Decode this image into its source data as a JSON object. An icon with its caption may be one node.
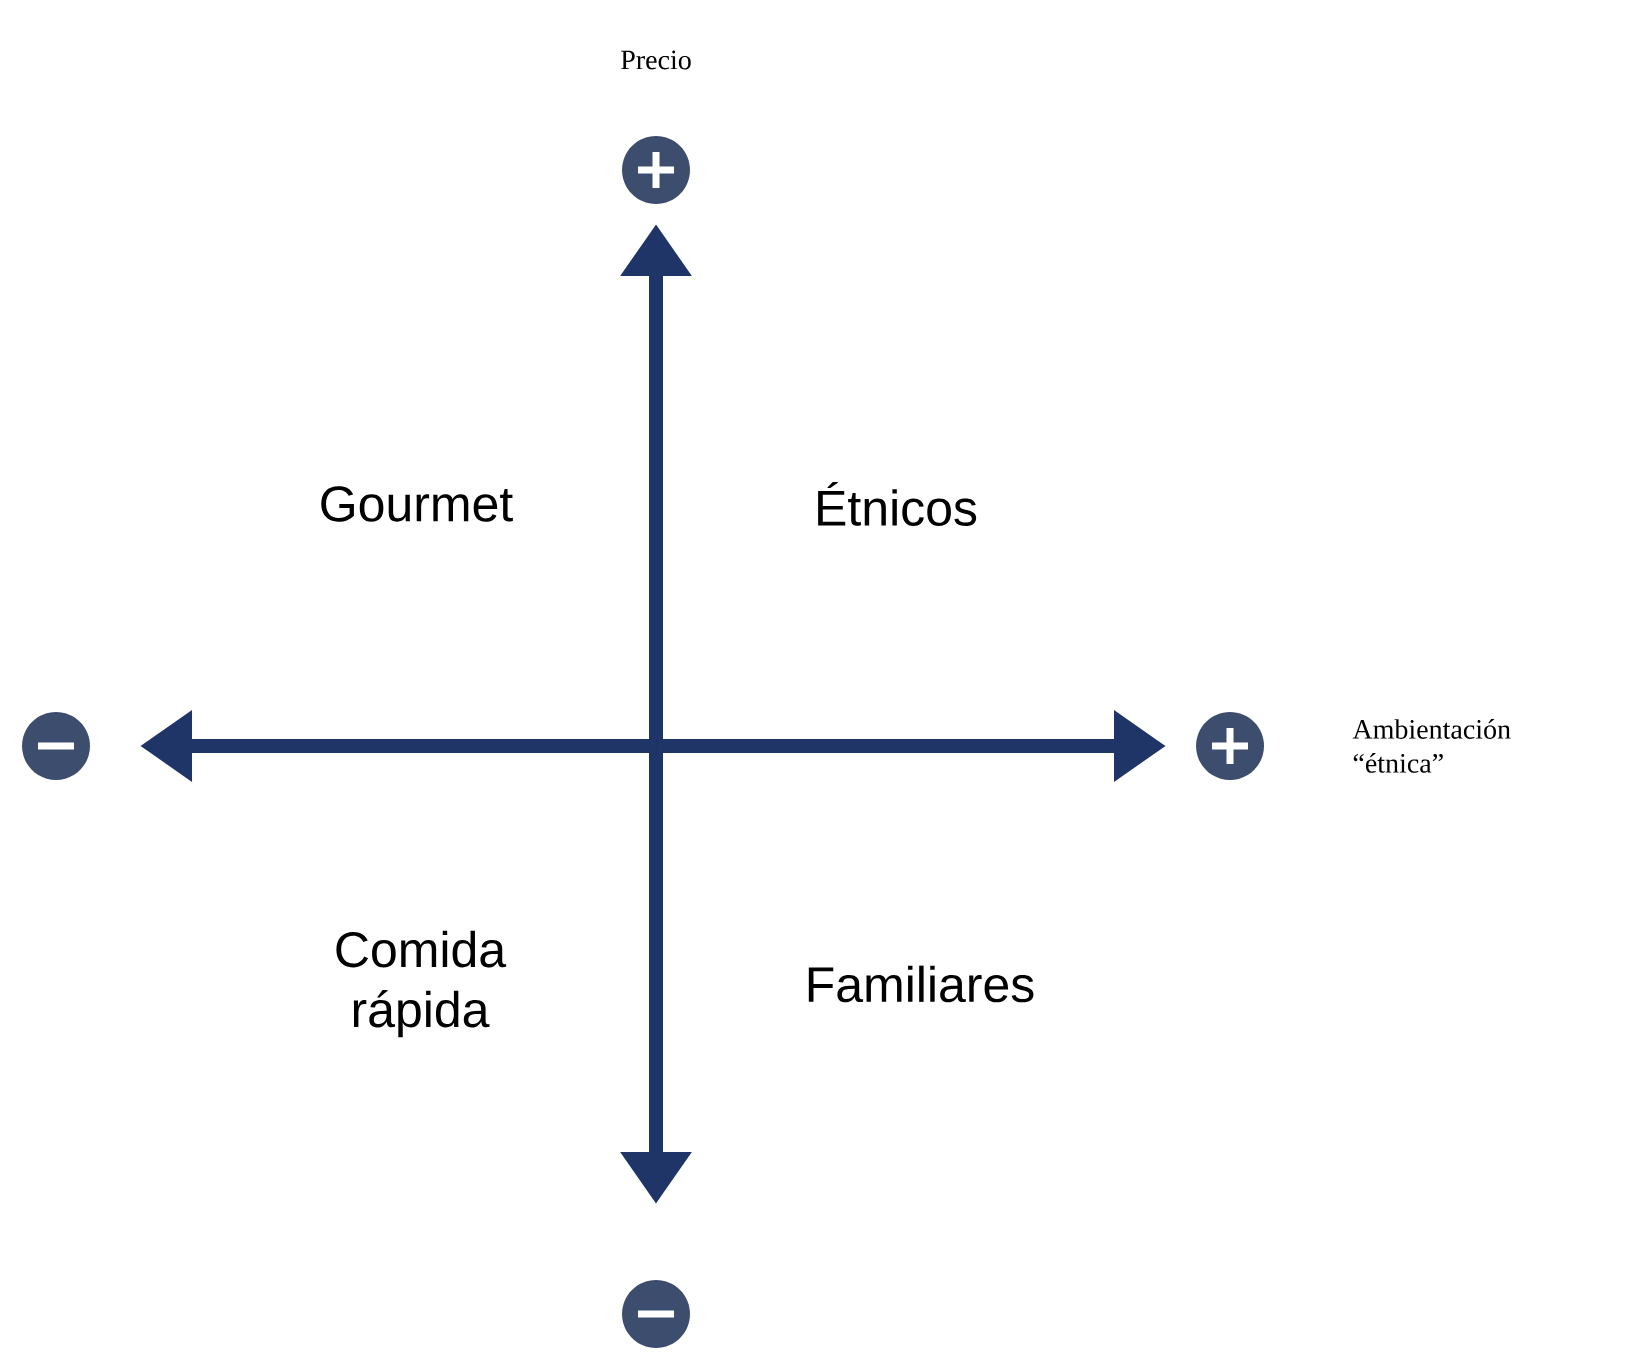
{
  "diagram": {
    "labels": [
      "Precio",
      "Gourmet",
      "Étnicos",
      "Ambientación “étnica”",
      "Comida rápida",
      "Familiares"
    ]
  }
}
